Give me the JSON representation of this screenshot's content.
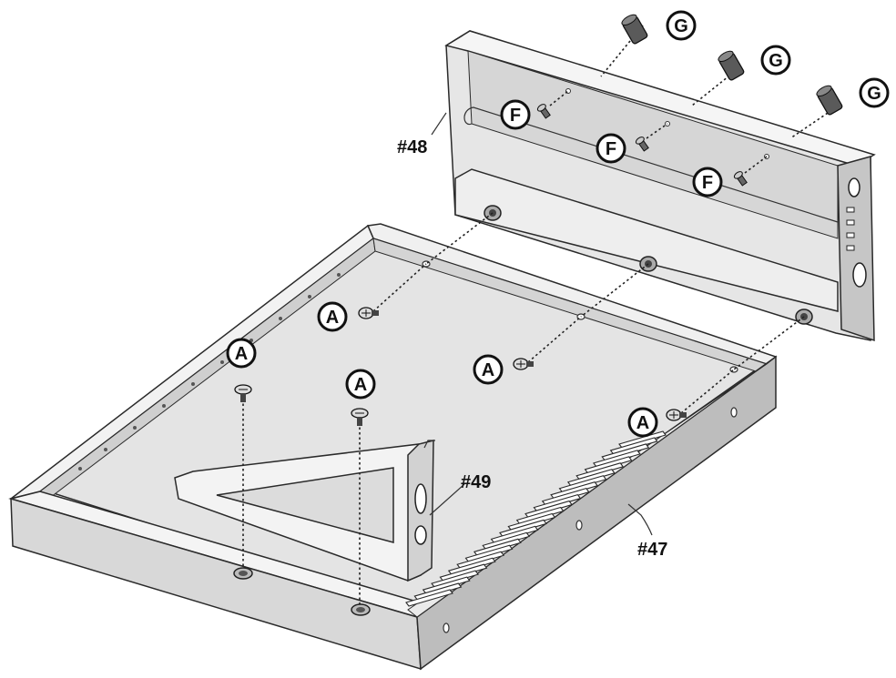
{
  "colors": {
    "metal_top": "#e3e3e3",
    "metal_light": "#f1f1f1",
    "metal_mid": "#c9c9c9",
    "metal_dark": "#9e9e9e",
    "outline": "#2a2a2a",
    "hardware": "#4a4a4a"
  },
  "parts": {
    "base_pan": "#47",
    "back_panel": "#48",
    "side_bracket": "#49"
  },
  "callouts": {
    "screw_a": "A",
    "screw_f": "F",
    "standoff_g": "G"
  }
}
